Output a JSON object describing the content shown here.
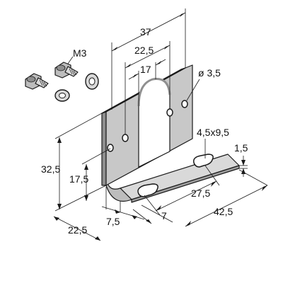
{
  "drawing": {
    "screw_label": "M3",
    "dims": {
      "width_37": "37",
      "hole_spacing_22_5": "22,5",
      "slot_width_17": "17",
      "hole_dia": "ø 3,5",
      "slot_size": "4,5x9,5",
      "thickness": "1,5",
      "height_32_5": "32,5",
      "height_17_5": "17,5",
      "base_slot_27_5": "27,5",
      "depth_42_5": "42,5",
      "base_22_5": "22,5",
      "base_7_5": "7,5",
      "base_7": "7"
    },
    "colors": {
      "metal_light": "#d9d9d9",
      "metal_mid": "#bdbdbd",
      "metal_dark": "#8f8f8f",
      "line": "#1a1a1a"
    }
  }
}
